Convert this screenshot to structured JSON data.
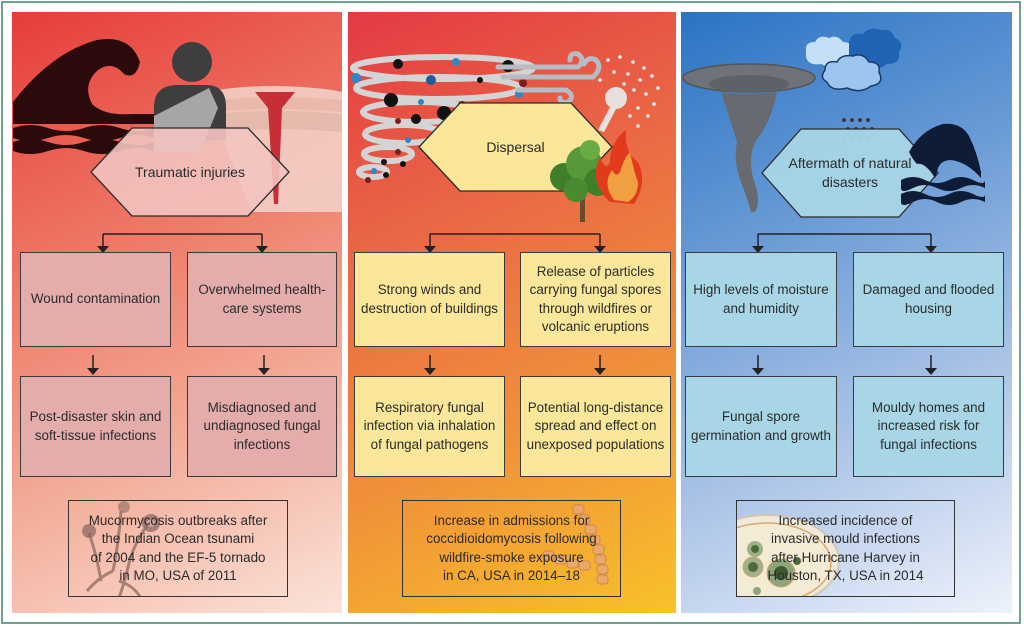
{
  "figure": {
    "frame_color": "#6fa28b",
    "panels": [
      {
        "id": "traumatic",
        "theme_color": "#e63d3a",
        "header": "Traumatic injuries",
        "icons": [
          "tsunami-wave-icon",
          "injured-person-icon",
          "skin-wound-icon"
        ],
        "branches": [
          {
            "cause": "Wound contamination",
            "effect": "Post-disaster skin and soft-tissue infections"
          },
          {
            "cause": "Overwhelmed health-care systems",
            "effect": "Misdiagnosed and undiagnosed fungal infections"
          }
        ],
        "example": "Mucormycosis outbreaks after the Indian Ocean tsunami of 2004 and the EF-5 tornado in MO, USA of 2011",
        "example_lines": [
          "Mucormycosis outbreaks after",
          "the Indian Ocean tsunami",
          "of 2004 and the EF-5 tornado",
          "in MO, USA of 2011"
        ],
        "example_icon": "mucor-fungus-icon"
      },
      {
        "id": "dispersal",
        "theme_color": "#f08f3a",
        "header": "Dispersal",
        "icons": [
          "spore-tornado-icon",
          "wind-icon",
          "spore-release-icon",
          "tree-icon",
          "fire-icon"
        ],
        "branches": [
          {
            "cause": "Strong winds and destruction of buildings",
            "effect": "Respiratory fungal infection via inhalation of fungal pathogens"
          },
          {
            "cause": "Release of particles carrying fungal spores through wildfires or volcanic eruptions",
            "effect": "Potential long-distance spread and effect on unexposed populations"
          }
        ],
        "example": "Increase in admissions for coccidioidomycosis following wildfire-smoke exposure in CA, USA in 2014–18",
        "example_lines": [
          "Increase in admissions for",
          "coccidioidomycosis following",
          "wildfire-smoke exposure",
          "in CA, USA in 2014–18"
        ],
        "example_icon": "arthroconidia-chain-icon"
      },
      {
        "id": "aftermath",
        "theme_color": "#2a74c4",
        "header": "Aftermath of natural disasters",
        "icons": [
          "tornado-icon",
          "rain-clouds-icon",
          "flood-wave-icon"
        ],
        "branches": [
          {
            "cause": "High levels of moisture and humidity",
            "effect": "Fungal spore germination and growth"
          },
          {
            "cause": "Damaged and flooded housing",
            "effect": "Mouldy homes and increased risk for fungal infections"
          }
        ],
        "example": "Increased incidence of invasive mould infections after Hurricane Harvey in Houston, TX, USA in 2014",
        "example_lines": [
          "Increased incidence of",
          "invasive mould infections",
          "after Hurricane Harvey in",
          "Houston, TX, USA in 2014"
        ],
        "example_icon": "petri-dish-icon"
      }
    ]
  }
}
